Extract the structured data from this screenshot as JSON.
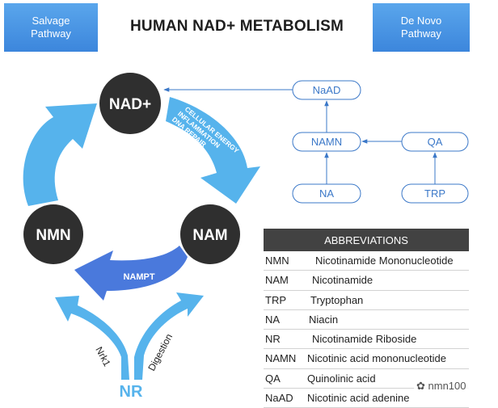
{
  "header": {
    "title": "HUMAN NAD+ METABOLISM",
    "salvage_label": "Salvage\nPathway",
    "denovo_label": "De Novo\nPathway"
  },
  "cycle": {
    "nodes": {
      "nad": "NAD+",
      "nam": "NAM",
      "nmn": "NMN",
      "nr": "NR"
    },
    "arrow_labels": {
      "nad_to_nam": [
        "CELLULAR ENERGY",
        "INFLAMMATION",
        "DNA REPAIR"
      ],
      "nam_to_nmn": "NAMPT",
      "nr_left": "Nrk1",
      "nr_right": "Digestion"
    }
  },
  "denovo": {
    "naad": "NaAD",
    "namn": "NAMN",
    "qa": "QA",
    "na": "NA",
    "trp": "TRP"
  },
  "abbreviations": {
    "header": "ABBREVIATIONS",
    "rows": [
      {
        "code": "NMN",
        "full": "Nicotinamide Mononucleotide"
      },
      {
        "code": "NAM",
        "full": "Nicotinamide"
      },
      {
        "code": "TRP",
        "full": "Tryptophan"
      },
      {
        "code": "NA",
        "full": "Niacin"
      },
      {
        "code": "NR",
        "full": "Nicotinamide Riboside"
      },
      {
        "code": "NAMN",
        "full": "Nicotinic acid mononucleotide"
      },
      {
        "code": "QA",
        "full": "Quinolinic acid"
      },
      {
        "code": "NaAD",
        "full": "Nicotinic acid adenine"
      }
    ]
  },
  "watermark": "nmn100",
  "colors": {
    "node_fill": "#2f2f2f",
    "arrow_light": "#56b3ec",
    "arrow_dark": "#4a79dc",
    "denovo_line": "#3b78c8",
    "header_bg": "#424242"
  }
}
